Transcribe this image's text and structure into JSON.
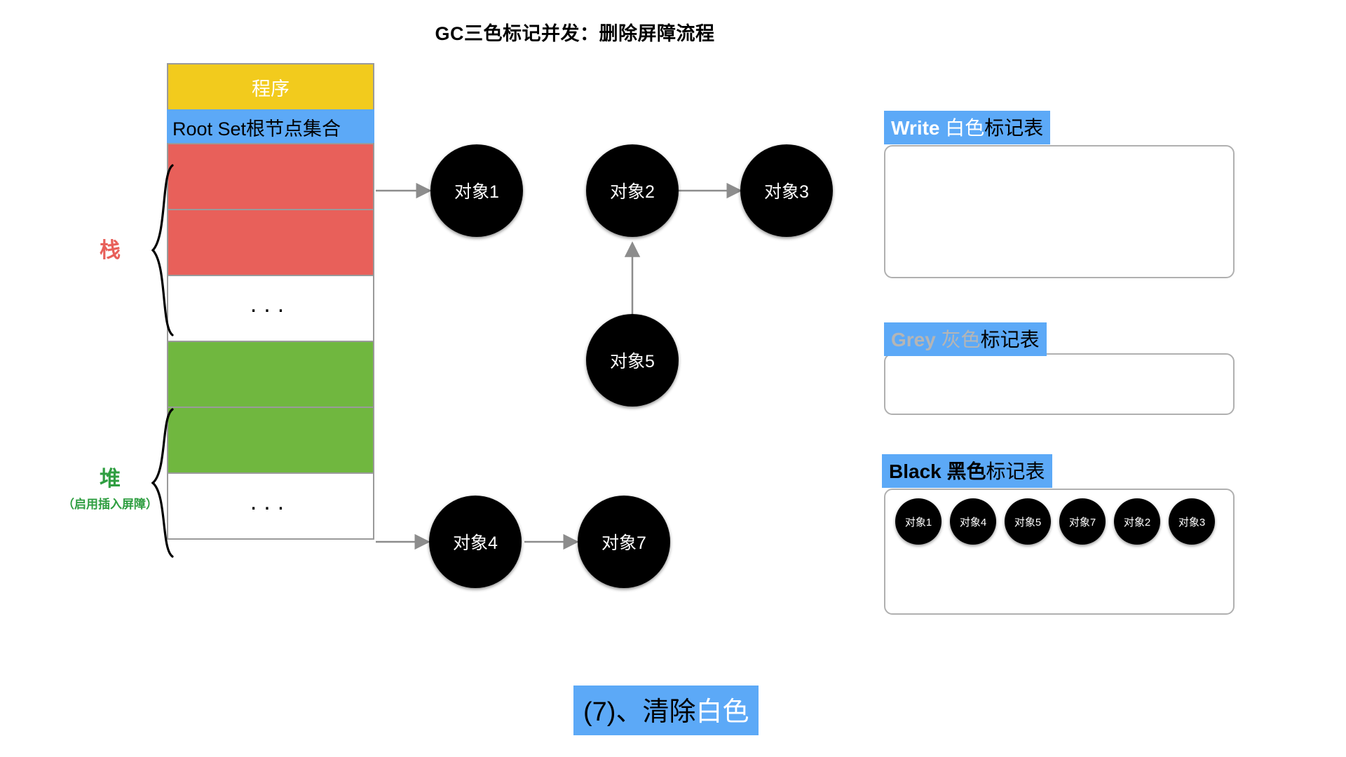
{
  "title": "GC三色标记并发：删除屏障流程",
  "memory": {
    "cells": [
      {
        "name": "program",
        "label": "程序",
        "color": "#f2cb1d"
      },
      {
        "name": "root-set",
        "label": "Root Set根节点集合",
        "color": "#5ca9f7"
      },
      {
        "name": "stack-slot-1",
        "label": "",
        "color": "#e8605a"
      },
      {
        "name": "stack-slot-2",
        "label": "",
        "color": "#e8605a"
      },
      {
        "name": "stack-ellipsis",
        "label": "...",
        "color": "#ffffff"
      },
      {
        "name": "heap-slot-1",
        "label": "",
        "color": "#70b73f"
      },
      {
        "name": "heap-slot-2",
        "label": "",
        "color": "#70b73f"
      },
      {
        "name": "heap-ellipsis",
        "label": "...",
        "color": "#ffffff"
      }
    ],
    "ellipsis": "...",
    "stack_label": "栈",
    "heap_label": "堆",
    "heap_sublabel": "（启用插入屏障）",
    "stack_color": "#e8605a",
    "heap_color": "#2f9e41"
  },
  "graph": {
    "nodes": [
      {
        "id": "obj1",
        "label": "对象1"
      },
      {
        "id": "obj2",
        "label": "对象2"
      },
      {
        "id": "obj3",
        "label": "对象3"
      },
      {
        "id": "obj5",
        "label": "对象5"
      },
      {
        "id": "obj4",
        "label": "对象4"
      },
      {
        "id": "obj7",
        "label": "对象7"
      }
    ]
  },
  "mark_tables": [
    {
      "name": "white",
      "header_en": "Write",
      "header_color_word": "白色",
      "header_tail": "标记表",
      "en_text_color": "#ffffff",
      "color_word_color": "#ffffff",
      "items": []
    },
    {
      "name": "grey",
      "header_en": "Grey",
      "header_color_word": "灰色",
      "header_tail": "标记表",
      "en_text_color": "#b5b5b5",
      "color_word_color": "#b5b5b5",
      "items": []
    },
    {
      "name": "black",
      "header_en": "Black",
      "header_color_word": "黑色",
      "header_tail": "标记表",
      "en_text_color": "#000000",
      "color_word_color": "#000000",
      "items": [
        "对象1",
        "对象4",
        "对象5",
        "对象7",
        "对象2",
        "对象3"
      ]
    }
  ],
  "caption": {
    "prefix": "(7)、清除",
    "highlight": "白色"
  },
  "colors": {
    "accent_blue": "#5ca9f7",
    "program_yellow": "#f2cb1d",
    "stack_red": "#e8605a",
    "heap_green": "#70b73f",
    "node_black": "#000000",
    "arrow_grey": "#8c8c8c"
  }
}
